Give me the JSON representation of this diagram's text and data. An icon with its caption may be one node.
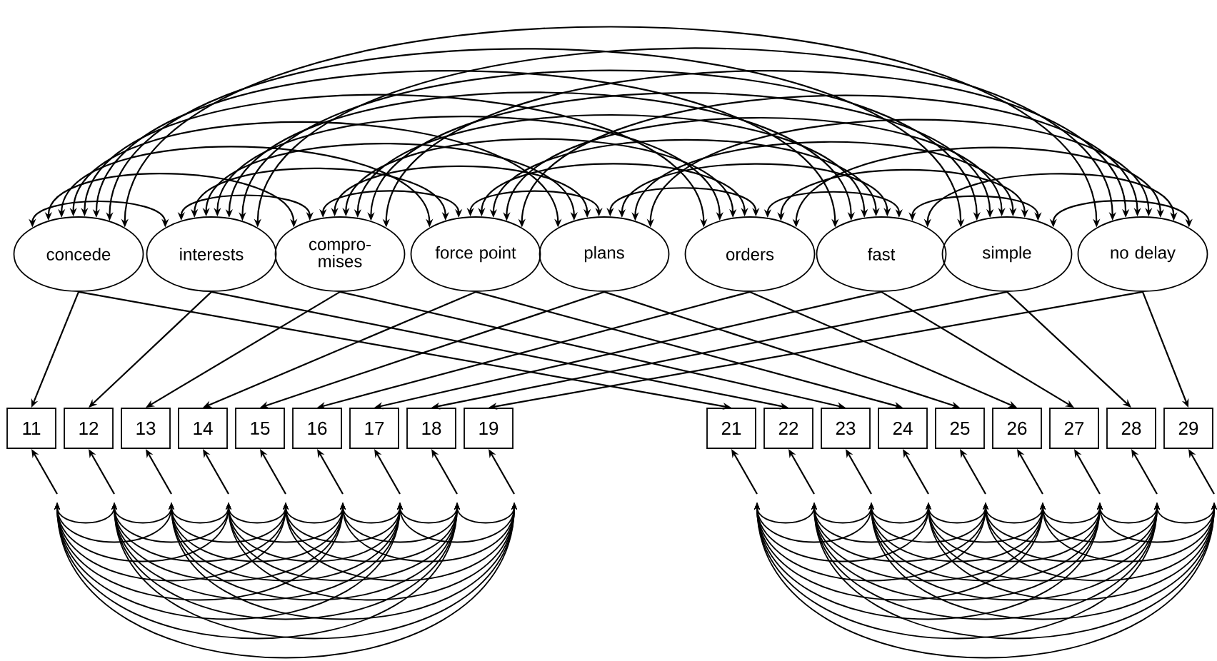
{
  "diagram": {
    "nodes": [
      {
        "text": [
          "concede"
        ]
      },
      {
        "text": [
          "interests"
        ]
      },
      {
        "text": [
          "compro- mises"
        ]
      },
      {
        "text": [
          "force point"
        ]
      },
      {
        "text": [
          "plans"
        ]
      },
      {
        "text": [
          "orders"
        ]
      },
      {
        "text": [
          "fast"
        ]
      },
      {
        "text": [
          "simple"
        ]
      },
      {
        "text": [
          "no delay"
        ]
      },
      {
        "text": [
          "11"
        ]
      },
      {
        "text": [
          "12"
        ]
      },
      {
        "text": [
          "13"
        ]
      },
      {
        "text": [
          "14"
        ]
      },
      {
        "text": [
          "15"
        ]
      },
      {
        "text": [
          "16"
        ]
      },
      {
        "text": [
          "17"
        ]
      },
      {
        "text": [
          "18"
        ]
      },
      {
        "text": [
          "19"
        ]
      },
      {
        "text": [
          "21"
        ]
      },
      {
        "text": [
          "22"
        ]
      },
      {
        "text": [
          "23"
        ]
      },
      {
        "text": [
          "24"
        ]
      },
      {
        "text": [
          "25"
        ]
      },
      {
        "text": [
          "26"
        ]
      },
      {
        "text": [
          "27"
        ]
      },
      {
        "text": [
          "28"
        ]
      },
      {
        "text": [
          "29"
        ]
      }
    ],
    "edges": [
      {
        "from": 0,
        "to": 9,
        "arrow": "to"
      },
      {
        "from": 1,
        "to": 10,
        "arrow": "to"
      },
      {
        "from": 2,
        "to": 11,
        "arrow": "to"
      },
      {
        "from": 3,
        "to": 12,
        "arrow": "to"
      },
      {
        "from": 4,
        "to": 13,
        "arrow": "to"
      },
      {
        "from": 5,
        "to": 14,
        "arrow": "to"
      },
      {
        "from": 6,
        "to": 15,
        "arrow": "to"
      },
      {
        "from": 7,
        "to": 16,
        "arrow": "to"
      },
      {
        "from": 8,
        "to": 17,
        "arrow": "to"
      },
      {
        "from": 0,
        "to": 18,
        "arrow": "to"
      },
      {
        "from": 1,
        "to": 19,
        "arrow": "to"
      },
      {
        "from": 2,
        "to": 20,
        "arrow": "to"
      },
      {
        "from": 3,
        "to": 21,
        "arrow": "to"
      },
      {
        "from": 4,
        "to": 22,
        "arrow": "to"
      },
      {
        "from": 5,
        "to": 23,
        "arrow": "to"
      },
      {
        "from": 6,
        "to": 24,
        "arrow": "to"
      },
      {
        "from": 7,
        "to": 25,
        "arrow": "to"
      },
      {
        "from": 8,
        "to": 26,
        "arrow": "to"
      },
      {
        "from": 0,
        "to": 1,
        "arrow": "both"
      },
      {
        "from": 0,
        "to": 2,
        "arrow": "both"
      },
      {
        "from": 0,
        "to": 3,
        "arrow": "both"
      },
      {
        "from": 0,
        "to": 4,
        "arrow": "both"
      },
      {
        "from": 0,
        "to": 5,
        "arrow": "both"
      },
      {
        "from": 0,
        "to": 6,
        "arrow": "both"
      },
      {
        "from": 0,
        "to": 7,
        "arrow": "both"
      },
      {
        "from": 0,
        "to": 8,
        "arrow": "both"
      },
      {
        "from": 1,
        "to": 2,
        "arrow": "both"
      },
      {
        "from": 1,
        "to": 3,
        "arrow": "both"
      },
      {
        "from": 1,
        "to": 4,
        "arrow": "both"
      },
      {
        "from": 1,
        "to": 5,
        "arrow": "both"
      },
      {
        "from": 1,
        "to": 6,
        "arrow": "both"
      },
      {
        "from": 1,
        "to": 7,
        "arrow": "both"
      },
      {
        "from": 1,
        "to": 8,
        "arrow": "both"
      },
      {
        "from": 2,
        "to": 3,
        "arrow": "both"
      },
      {
        "from": 2,
        "to": 4,
        "arrow": "both"
      },
      {
        "from": 2,
        "to": 5,
        "arrow": "both"
      },
      {
        "from": 2,
        "to": 6,
        "arrow": "both"
      },
      {
        "from": 2,
        "to": 7,
        "arrow": "both"
      },
      {
        "from": 2,
        "to": 8,
        "arrow": "both"
      },
      {
        "from": 3,
        "to": 4,
        "arrow": "both"
      },
      {
        "from": 3,
        "to": 5,
        "arrow": "both"
      },
      {
        "from": 3,
        "to": 6,
        "arrow": "both"
      },
      {
        "from": 3,
        "to": 7,
        "arrow": "both"
      },
      {
        "from": 3,
        "to": 8,
        "arrow": "both"
      },
      {
        "from": 4,
        "to": 5,
        "arrow": "both"
      },
      {
        "from": 4,
        "to": 6,
        "arrow": "both"
      },
      {
        "from": 4,
        "to": 7,
        "arrow": "both"
      },
      {
        "from": 4,
        "to": 8,
        "arrow": "both"
      },
      {
        "from": 5,
        "to": 6,
        "arrow": "both"
      },
      {
        "from": 5,
        "to": 7,
        "arrow": "both"
      },
      {
        "from": 5,
        "to": 8,
        "arrow": "both"
      },
      {
        "from": 6,
        "to": 7,
        "arrow": "both"
      },
      {
        "from": 6,
        "to": 8,
        "arrow": "both"
      },
      {
        "from": 7,
        "to": 8,
        "arrow": "both"
      },
      {
        "from": null,
        "to": 9,
        "arrow": "to"
      },
      {
        "from": null,
        "to": 10,
        "arrow": "to"
      },
      {
        "from": null,
        "to": 11,
        "arrow": "to"
      },
      {
        "from": null,
        "to": 12,
        "arrow": "to"
      },
      {
        "from": null,
        "to": 13,
        "arrow": "to"
      },
      {
        "from": null,
        "to": 14,
        "arrow": "to"
      },
      {
        "from": null,
        "to": 15,
        "arrow": "to"
      },
      {
        "from": null,
        "to": 16,
        "arrow": "to"
      },
      {
        "from": null,
        "to": 17,
        "arrow": "to"
      },
      {
        "from": null,
        "to": 18,
        "arrow": "to"
      },
      {
        "from": null,
        "to": 19,
        "arrow": "to"
      },
      {
        "from": null,
        "to": 20,
        "arrow": "to"
      },
      {
        "from": null,
        "to": 21,
        "arrow": "to"
      },
      {
        "from": null,
        "to": 22,
        "arrow": "to"
      },
      {
        "from": null,
        "to": 23,
        "arrow": "to"
      },
      {
        "from": null,
        "to": 24,
        "arrow": "to"
      },
      {
        "from": null,
        "to": 25,
        "arrow": "to"
      },
      {
        "from": null,
        "to": 26,
        "arrow": "to"
      }
    ]
  }
}
